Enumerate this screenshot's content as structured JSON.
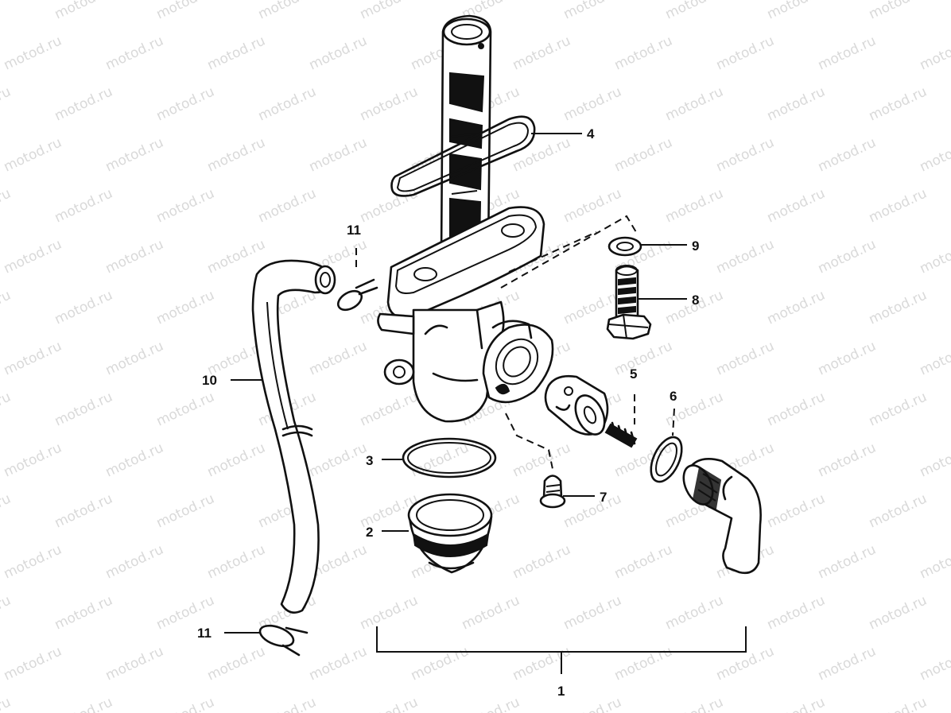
{
  "watermark": "motod.ru",
  "callouts": [
    {
      "id": "1",
      "label": "1"
    },
    {
      "id": "2",
      "label": "2"
    },
    {
      "id": "3",
      "label": "3"
    },
    {
      "id": "4",
      "label": "4"
    },
    {
      "id": "5",
      "label": "5"
    },
    {
      "id": "6",
      "label": "6"
    },
    {
      "id": "7",
      "label": "7"
    },
    {
      "id": "8",
      "label": "8"
    },
    {
      "id": "9",
      "label": "9"
    },
    {
      "id": "10",
      "label": "10"
    },
    {
      "id": "11a",
      "label": "11"
    },
    {
      "id": "11b",
      "label": "11"
    }
  ]
}
